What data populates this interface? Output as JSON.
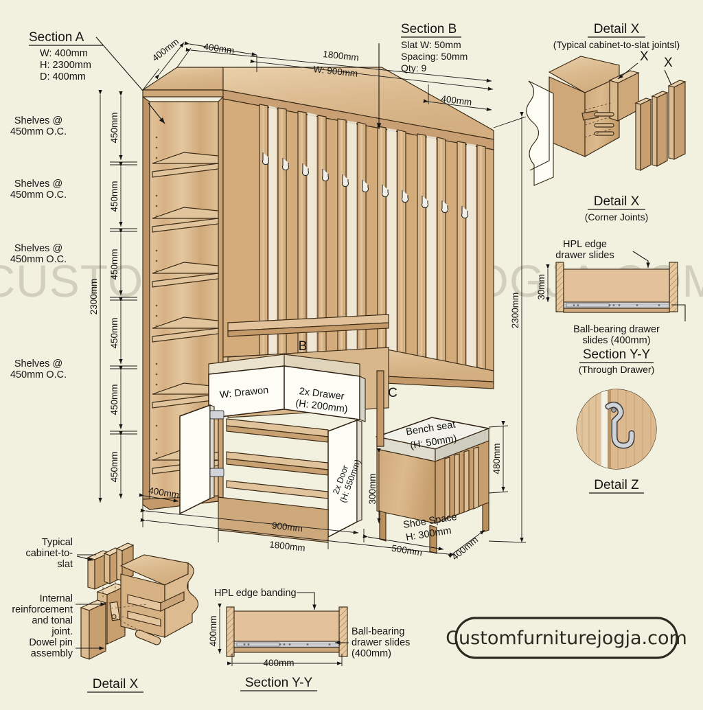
{
  "meta": {
    "watermark": "CUSTOMFURNITUREJOGJA.COM",
    "brand": "Customfurniturejogja.com",
    "bg_color": "#f2f1df",
    "wood_color": "#d9b485",
    "wood_light": "#e8d2ae",
    "wood_dark": "#c49a68",
    "line_color": "#161616"
  },
  "section_a": {
    "title": "Section A",
    "lines": [
      "W: 400mm",
      "H: 2300mm",
      "D: 400mm"
    ]
  },
  "section_b": {
    "title": "Section B",
    "lines": [
      "Slat W: 50mm",
      "Spacing: 50mm",
      "Qty: 9"
    ]
  },
  "shelf_notes": [
    "Shelves @\n450mm O.C.",
    "Shelves @\n450mm O.C.",
    "Shelves @\n450mm O.C.",
    "Shelves @\n450mm O.C."
  ],
  "shelf_note_l1": "Shelves @",
  "shelf_note_l2": "450mm O.C.",
  "dimensions": {
    "depth_top_left": "400mm",
    "width_left_bay": "400mm",
    "width_overall_top": "1800mm",
    "width_mid_top": "W: 900mm",
    "depth_right_top": "400mm",
    "height_left_total": "2300mm",
    "height_right_total": "2300mm",
    "shelf_pitch": "450mm",
    "shelf_pitch_count": 6,
    "base_left": "400mm",
    "base_900": "900mm",
    "base_1800": "1800mm",
    "bench_500": "500mm",
    "bench_depth_400": "400mm",
    "bench_height_480": "480mm",
    "shoe_height_300": "300mm",
    "drawer_thick_30": "30mm"
  },
  "callouts": {
    "bay_b": "B",
    "bay_c": "C",
    "drawer_front": "W: Drawon",
    "drawer_qty": "2x Drawer",
    "drawer_height": "(H: 200mm)",
    "door_qty": "2x Door",
    "door_height": "(H: 550mm)",
    "bench_seat": "Bench seat",
    "bench_seat_h": "(H: 50mm)",
    "shoe_space": "Shoe Space",
    "shoe_space_h": "H: 300mm"
  },
  "detail_x_top": {
    "title": "Detail X",
    "subtitle": "(Typical cabinet-to-slat jointsl)",
    "marks": [
      "X",
      "X"
    ]
  },
  "detail_x_corner": {
    "title": "Detail X",
    "subtitle": "(Corner Joints)"
  },
  "section_yy_right": {
    "title": "Section Y-Y",
    "subtitle": "(Through Drawer)",
    "note_top": "HPL edge\ndrawer slides",
    "note_top_l1": "HPL edge",
    "note_top_l2": "drawer slides",
    "note_bottom_l1": "Ball-bearing drawer",
    "note_bottom_l2": "slides (400mm)",
    "dim_30": "30mm"
  },
  "detail_z": {
    "title": "Detail Z"
  },
  "detail_x_bottom": {
    "title": "Detail X",
    "note1_l1": "Typical",
    "note1_l2": "cabinet-to-",
    "note1_l3": "slat",
    "note2_l1": "Internal",
    "note2_l2": "reinforcement",
    "note2_l3": "and tonal",
    "note2_l4": "joint.",
    "note3_l1": "Dowel pin",
    "note3_l2": "assembly"
  },
  "section_yy_bottom": {
    "title": "Section Y-Y",
    "note_top": "HPL edge banding",
    "note_right_l1": "Ball-bearing",
    "note_right_l2": "drawer slides",
    "note_right_l3": "(400mm)",
    "dim_height": "400mm",
    "dim_width": "400mm"
  }
}
